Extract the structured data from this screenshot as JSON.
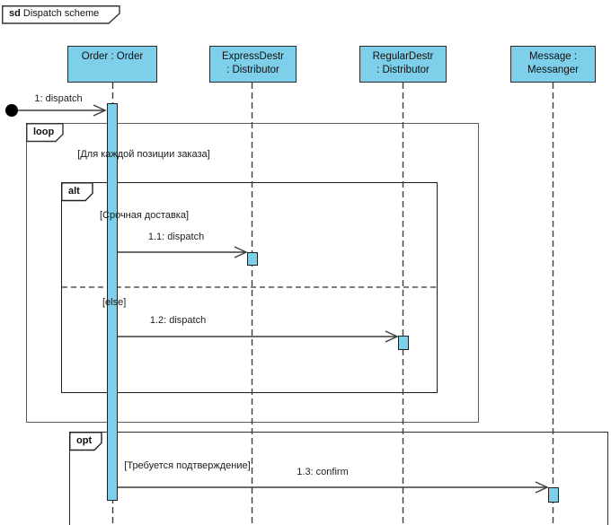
{
  "frame": {
    "keyword": "sd",
    "title": "Dispatch scheme"
  },
  "lifelines": [
    {
      "id": "order",
      "line1": "Order : Order",
      "line2": ""
    },
    {
      "id": "express",
      "line1": "ExpressDestr",
      "line2": ": Distributor"
    },
    {
      "id": "regular",
      "line1": "RegularDestr",
      "line2": ": Distributor"
    },
    {
      "id": "messanger",
      "line1": "Message :",
      "line2": "Messanger"
    }
  ],
  "messages": [
    {
      "label": "1: dispatch",
      "from": "found",
      "to": "Order : Order"
    },
    {
      "label": "1.1: dispatch",
      "from": "Order : Order",
      "to": "ExpressDestr : Distributor"
    },
    {
      "label": "1.2: dispatch",
      "from": "Order : Order",
      "to": "RegularDestr : Distributor"
    },
    {
      "label": "1.3: confirm",
      "from": "Order : Order",
      "to": "Message : Messanger"
    }
  ],
  "fragments": {
    "loop": {
      "operator": "loop",
      "guard": "[Для каждой позиции заказа]"
    },
    "alt": {
      "operator": "alt",
      "guard_if": "[Срочная доставка]",
      "guard_else": "[else]"
    },
    "opt": {
      "operator": "opt",
      "guard": "[Требуется подтверждение]"
    }
  },
  "colors": {
    "lifeline_fill": "#7ECFEA",
    "shape_border": "#2b2b2b",
    "fragment_border": "#5c5c5c",
    "line": "#3c3c3c"
  }
}
